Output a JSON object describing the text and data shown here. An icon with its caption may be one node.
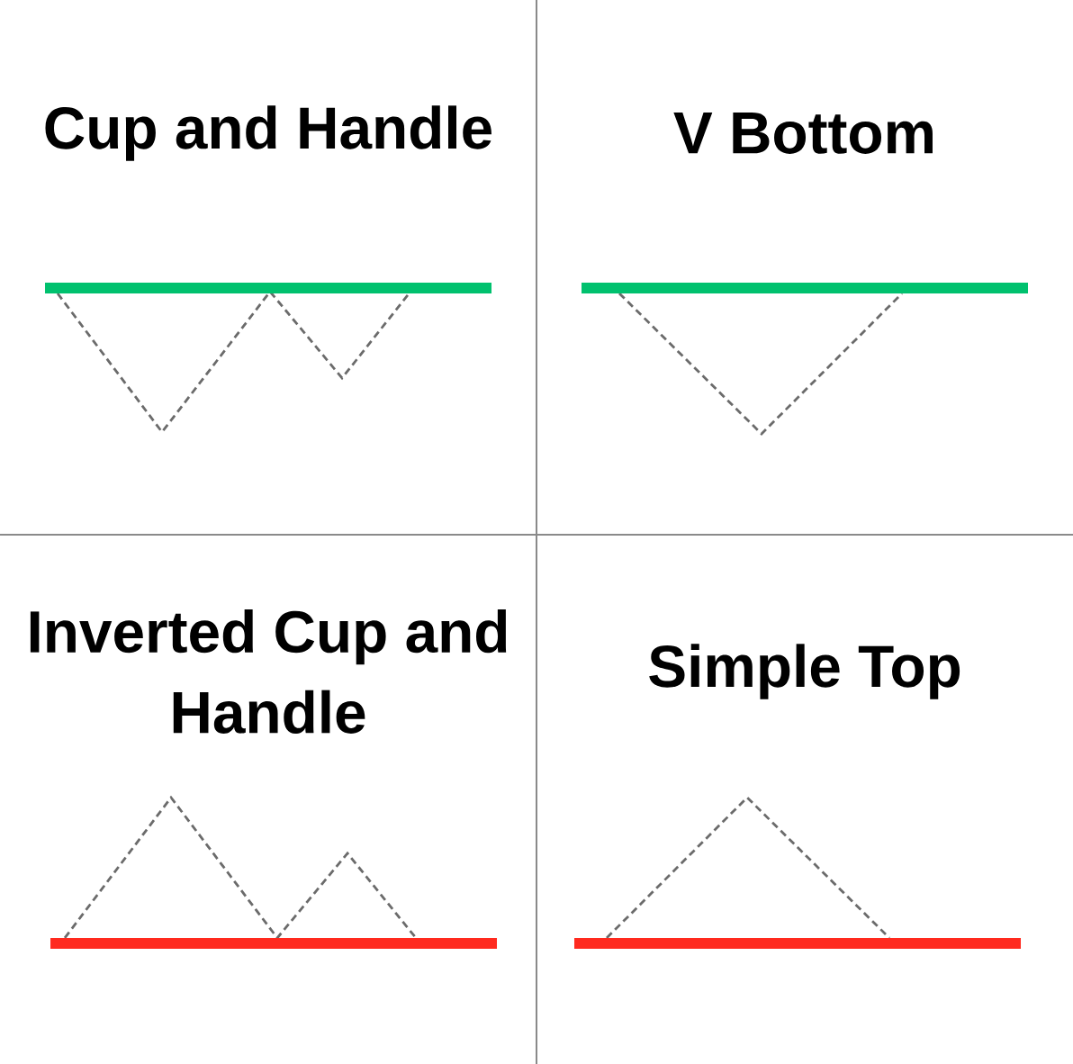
{
  "diagram": {
    "labels": [
      "Cup and Handle",
      "V Bottom",
      "Inverted Cup and Handle",
      "Simple Top"
    ]
  }
}
